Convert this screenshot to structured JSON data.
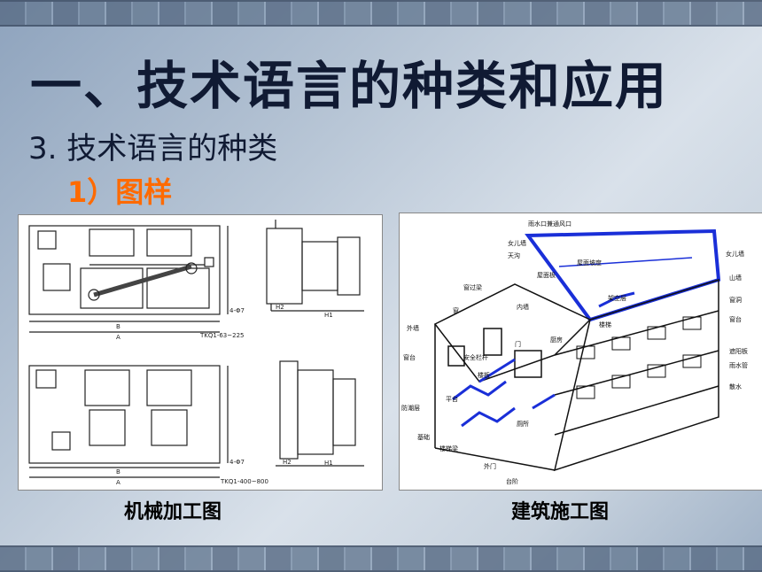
{
  "slide": {
    "title": "一、技术语言的种类和应用",
    "subtitle": "3. 技术语言的种类",
    "item": "1）图样"
  },
  "figures": {
    "left": {
      "caption": "机械加工图",
      "labels": {
        "top_model": "TKQ1-63~225",
        "bottom_model": "TKQ1-400~800",
        "dim_a": "A",
        "dim_b": "B",
        "hole": "4-Φ7",
        "h1": "H1",
        "h2": "H2"
      }
    },
    "right": {
      "caption": "建筑施工图",
      "labels": {
        "top": "雨水口兼通风口",
        "female_wall": "女儿墙",
        "gutter": "天沟",
        "roof_slope": "屋面坡度",
        "roof_slab": "屋面板",
        "window_lintel": "窗过梁",
        "window": "窗",
        "inner_wall": "内墙",
        "insulation": "架空层",
        "stairs": "楼梯",
        "outer_wall": "外墙",
        "door": "门",
        "kitchen": "厨房",
        "sill": "窗台",
        "safety_rail": "安全栏杆",
        "landing": "平台",
        "floor_slab": "楼板",
        "moisture_layer": "防潮层",
        "foundation": "基础",
        "stair_beam": "楼梯梁",
        "toilet": "厕所",
        "outer_door": "外门",
        "steps": "台阶",
        "right_female_wall": "女儿墙",
        "mountain_wall": "山墙",
        "window_r": "窗洞",
        "sill_r": "窗台",
        "sunshade": "遮阳板",
        "downpipe": "雨水管",
        "apron": "散水"
      }
    }
  }
}
